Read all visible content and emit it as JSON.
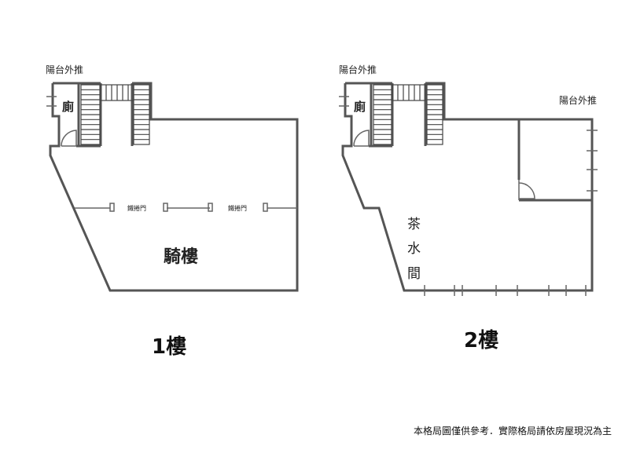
{
  "floor1": {
    "balcony_label": "陽台外推",
    "toilet_label": "廁",
    "shutter_label_1": "鐵捲門",
    "shutter_label_2": "鐵捲門",
    "arcade_label": "騎樓",
    "caption": "1樓"
  },
  "floor2": {
    "balcony_label_left": "陽台外推",
    "balcony_label_right": "陽台外推",
    "toilet_label": "廁",
    "tea_room_label_1": "茶",
    "tea_room_label_2": "水",
    "tea_room_label_3": "間",
    "caption": "2樓"
  },
  "disclaimer": "本格局圖僅供參考．實際格局請依房屋現況為主"
}
